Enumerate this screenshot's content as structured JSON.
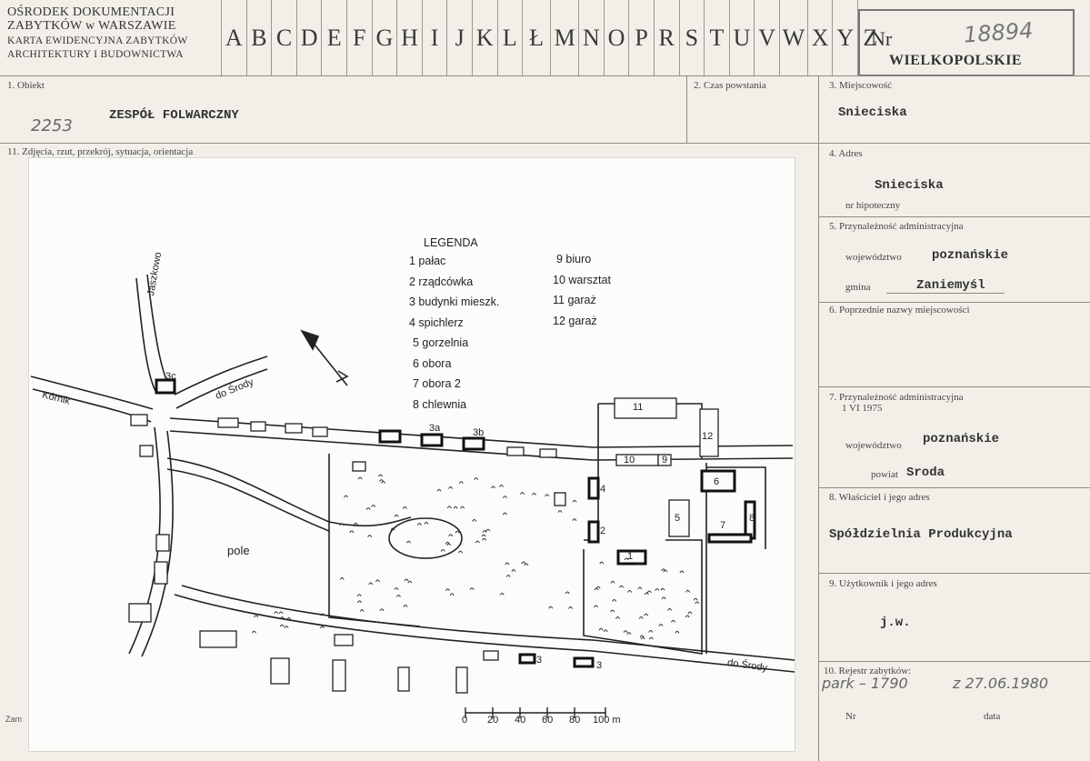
{
  "header": {
    "org_line1": "OŚRODEK DOKUMENTACJI",
    "org_line2": "ZABYTKÓW w WARSZAWIE",
    "card_line1": "KARTA EWIDENCYJNA ZABYTKÓW",
    "card_line2": "ARCHITEKTURY I BUDOWNICTWA",
    "alphabet": [
      "A",
      "B",
      "C",
      "D",
      "E",
      "F",
      "G",
      "H",
      "I",
      "J",
      "K",
      "L",
      "Ł",
      "M",
      "N",
      "O",
      "P",
      "R",
      "S",
      "T",
      "U",
      "V",
      "W",
      "X",
      "Y",
      "Z"
    ],
    "nr_label": "Nr",
    "nr_value": "18894",
    "region": "WIELKOPOLSKIE"
  },
  "fields": {
    "obiekt_label": "1. Obiekt",
    "obiekt_value": "ZESPÓŁ FOLWARCZNY",
    "obiekt_note": "2253",
    "czas_label": "2. Czas powstania",
    "miejscowosc_label": "3. Miejscowość",
    "miejscowosc_value": "Snieciska",
    "zdjecia_label": "11. Zdjęcia, rzut, przekrój, sytuacja, orientacja",
    "adres_label": "4. Adres",
    "adres_value": "Snieciska",
    "hipoteczny_label": "nr hipoteczny",
    "przyn_label": "5. Przynależność administracyjna",
    "woj_label": "województwo",
    "woj_value": "poznańskie",
    "gmina_label": "gmina",
    "gmina_value": "Zaniemyśl",
    "poprzednie_label": "6. Poprzednie nazwy miejscowości",
    "przyn1975_label_1": "7. Przynależność administracyjna",
    "przyn1975_label_2": "1 VI 1975",
    "woj1975_label": "województwo",
    "woj1975_value": "poznańskie",
    "powiat_label": "powiat",
    "powiat_value": "Sroda",
    "wlasciciel_label": "8. Właściciel i jego adres",
    "wlasciciel_value": "Spółdzielnia Produkcyjna",
    "uzytkownik_label": "9. Użytkownik i jego adres",
    "uzytkownik_value": "j.w.",
    "rejestr_label": "10. Rejestr zabytków:",
    "rejestr_hand_1": "park – 1790",
    "rejestr_hand_2": "z 27.06.1980",
    "nr_label": "Nr",
    "data_label": "data",
    "zam": "Zam"
  },
  "map": {
    "legend_title": "LEGENDA",
    "legend_left": [
      "1 pałac",
      "2 rządcówka",
      "3 budynki mieszk.",
      "4 spichlerz",
      "5 gorzelnia",
      "6 obora",
      "7 obora 2",
      "8 chlewnia"
    ],
    "legend_right": [
      "9 biuro",
      "10 warsztat",
      "11 garaż",
      "12 garaż"
    ],
    "road_jaszkowo": "Jaszkowo",
    "road_kornik": "Kórnik",
    "road_sroda_1": "do Środy",
    "road_sroda_2": "do Środy",
    "field_label": "pole",
    "scale_labels": [
      "0",
      "20",
      "40",
      "60",
      "80",
      "100 m"
    ],
    "numbers": {
      "n1": "1",
      "n2": "2",
      "n3a": "3a",
      "n3b": "3b",
      "n3c": "3c",
      "n3d": "3",
      "n3e": "3",
      "n4": "4",
      "n5": "5",
      "n6": "6",
      "n7": "7",
      "n8": "8",
      "n9": "9",
      "n10": "10",
      "n11": "11",
      "n12": "12"
    }
  },
  "colors": {
    "paper": "#f1efe8",
    "photo": "#fcfcfa",
    "ink": "#222222",
    "rule": "#8e8b84"
  }
}
